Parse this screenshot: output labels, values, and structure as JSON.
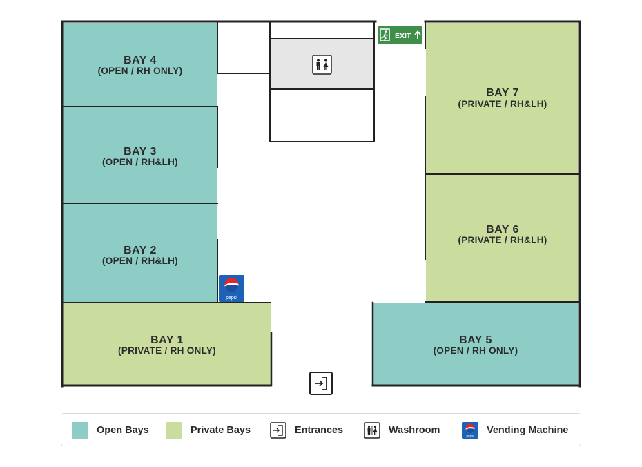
{
  "colors": {
    "open": "#8ecdc6",
    "private": "#cadc9e",
    "washroom_fill": "#e6e6e6",
    "exit_sign": "#3f8f4a",
    "wall": "#222222",
    "pepsi_blue": "#1c63b7"
  },
  "bays": [
    {
      "id": "bay4",
      "name": "BAY 4",
      "detail": "(OPEN / RH ONLY)",
      "type": "open"
    },
    {
      "id": "bay3",
      "name": "BAY 3",
      "detail": "(OPEN / RH&LH)",
      "type": "open"
    },
    {
      "id": "bay2",
      "name": "BAY 2",
      "detail": "(OPEN / RH&LH)",
      "type": "open"
    },
    {
      "id": "bay1",
      "name": "BAY 1",
      "detail": "(PRIVATE / RH ONLY)",
      "type": "private"
    },
    {
      "id": "bay7",
      "name": "BAY 7",
      "detail": "(PRIVATE / RH&LH)",
      "type": "private"
    },
    {
      "id": "bay6",
      "name": "BAY 6",
      "detail": "(PRIVATE / RH&LH)",
      "type": "private"
    },
    {
      "id": "bay5",
      "name": "BAY 5",
      "detail": "(OPEN / RH ONLY)",
      "type": "open"
    }
  ],
  "exit_sign": {
    "label": "EXIT",
    "icon": "emergency-exit-icon"
  },
  "vending": {
    "brand": "pepsi",
    "icon": "pepsi-vending-icon"
  },
  "entrance": {
    "icon": "entrance-door-icon"
  },
  "washroom": {
    "icon": "washroom-icon"
  },
  "legend": {
    "open": "Open Bays",
    "private": "Private Bays",
    "entrances": "Entrances",
    "washroom": "Washroom",
    "vending": "Vending Machine"
  }
}
